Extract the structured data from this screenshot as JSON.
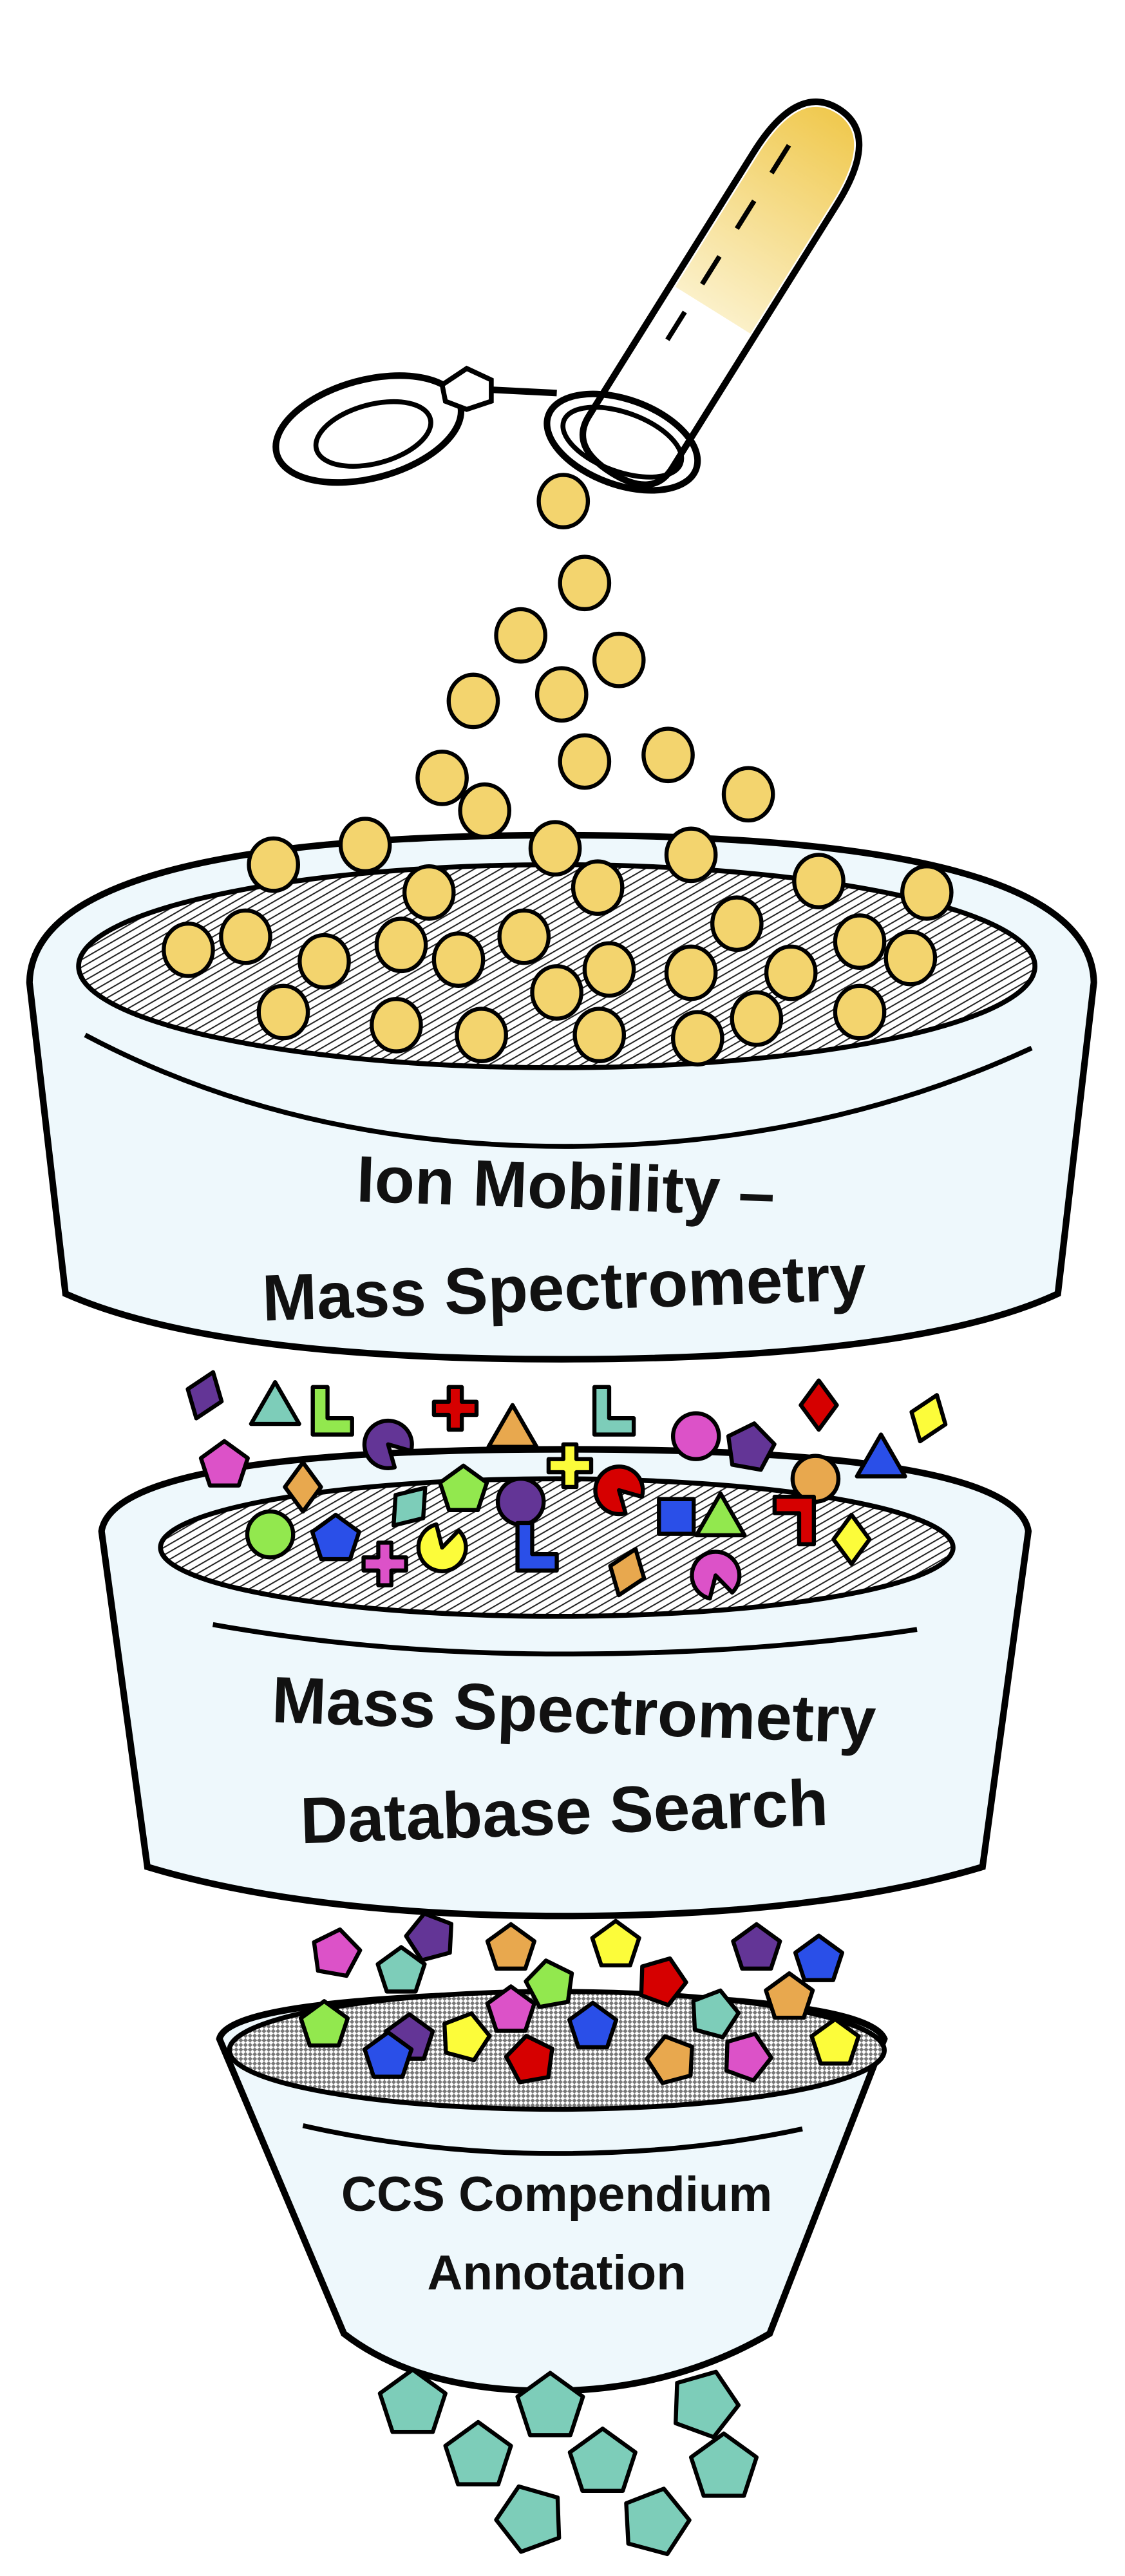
{
  "stages": [
    {
      "line1": "Ion Mobility –",
      "line2": "Mass Spectrometry"
    },
    {
      "line1": "Mass Spectrometry",
      "line2": "Database Search"
    },
    {
      "line1": "CCS Compendium",
      "line2": "Annotation"
    }
  ],
  "colors": {
    "bowl_fill": "#eef8fc",
    "ball": "#f3d46e",
    "tube_tip": "#f0c94f",
    "teal": "#7dcdb9",
    "purple": "#633596",
    "green": "#92e84e",
    "red": "#d60000",
    "orange": "#e8a84e",
    "pink": "#dc52c8",
    "blue": "#2a4fe8",
    "yellow": "#fcfc3a"
  }
}
